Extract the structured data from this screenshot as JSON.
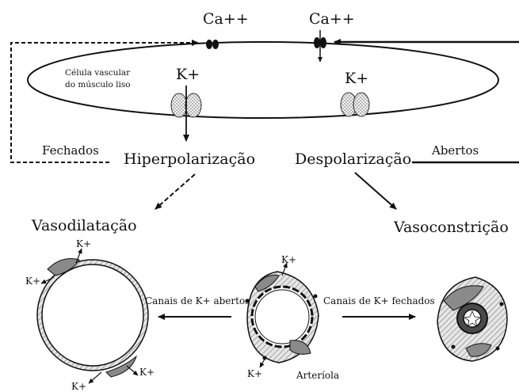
{
  "diagram": {
    "ion_channel_top_left": "Ca++",
    "ion_channel_top_right": "Ca++",
    "cell_label_line1": "Célula vascular",
    "cell_label_line2": "do músculo liso",
    "k_channel_left": "K+",
    "k_channel_right": "K+",
    "closed_label": "Fechados",
    "open_label": "Abertos",
    "hyperpolarization": "Hiperpolarização",
    "depolarization": "Despolarização",
    "vasodilation": "Vasodilatação",
    "vasoconstriction": "Vasoconstrição",
    "channels_open_arrow": "Canais de K+ abertos",
    "channels_closed_arrow": "Canais de K+ fechados",
    "arteriole_label": "Arteríola",
    "k_ion_label": "K+"
  },
  "colors": {
    "ink": "#111111",
    "wall_fill": "#d9d9d9",
    "cell_fill": "#8a8a8a"
  }
}
